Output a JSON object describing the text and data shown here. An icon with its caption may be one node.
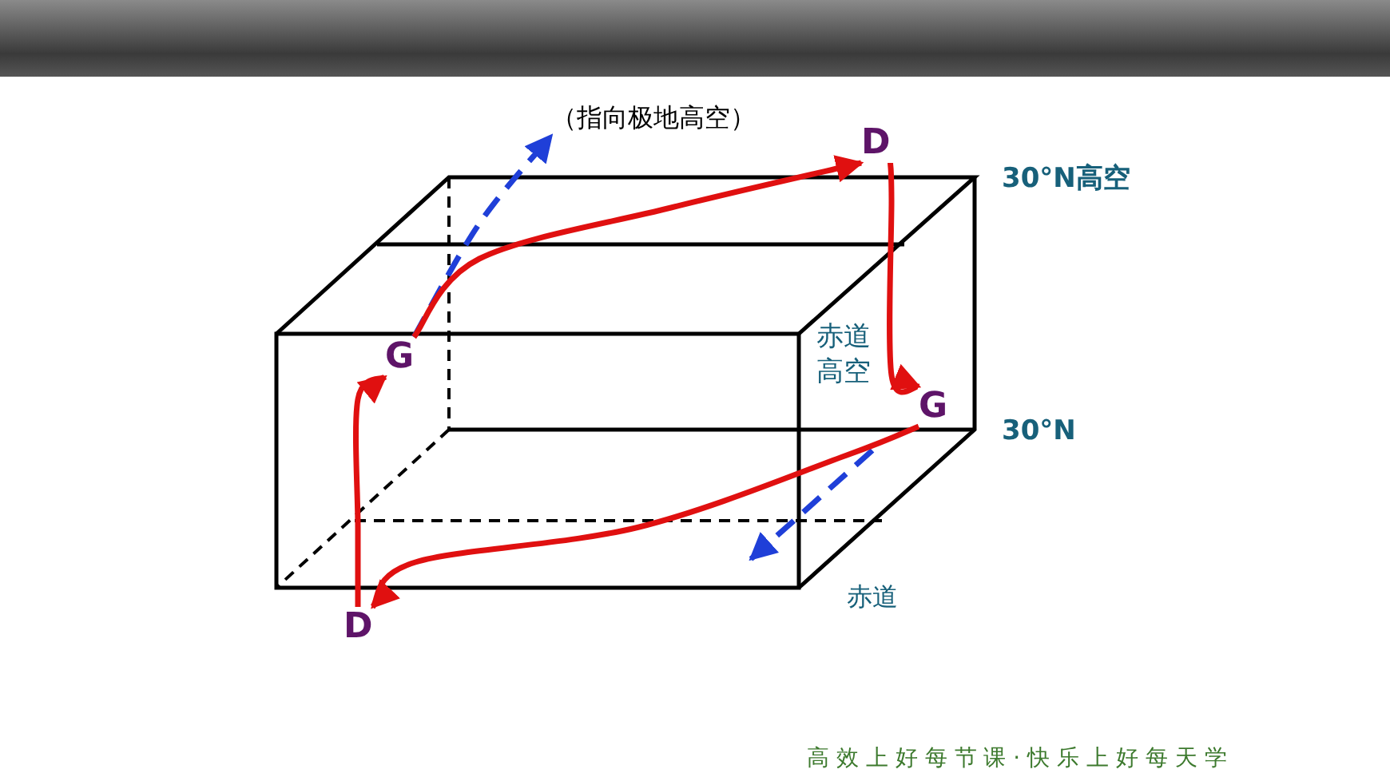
{
  "diagram": {
    "nodes": [
      {
        "text": [
          "（指向极地高空）"
        ]
      },
      {
        "text": [
          "D"
        ]
      },
      {
        "text": [
          "G"
        ]
      },
      {
        "text": [
          "G"
        ]
      },
      {
        "text": [
          "D"
        ]
      }
    ],
    "edges": [
      {
        "from": 2,
        "to": 0,
        "arrow": "to",
        "style": "dashed",
        "color": "#1f3fd8"
      },
      {
        "from": 2,
        "to": 1,
        "arrow": "to"
      },
      {
        "from": 1,
        "to": 3,
        "arrow": "to"
      },
      {
        "from": 3,
        "to": 4,
        "arrow": "to"
      },
      {
        "from": 4,
        "to": 2,
        "arrow": "to"
      }
    ],
    "labels": [
      "30°N高空",
      "赤道高空",
      "30°N",
      "赤道",
      "高 效 上 好 每 节 课 · 快 乐 上 好 每 天 学"
    ]
  }
}
